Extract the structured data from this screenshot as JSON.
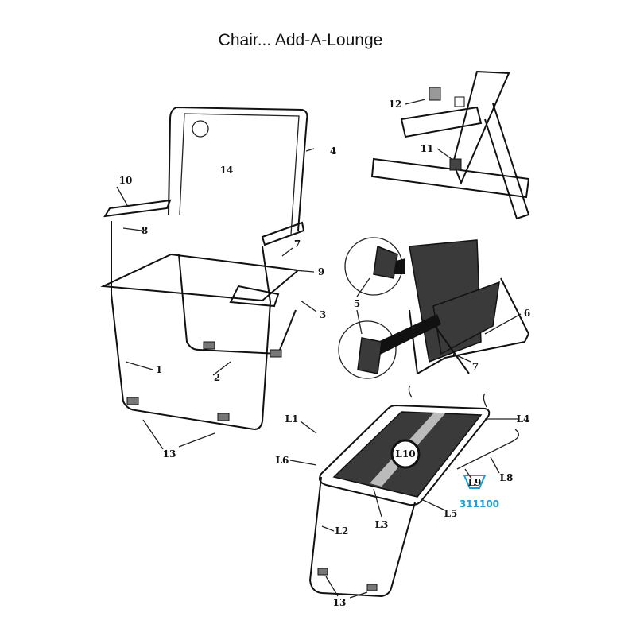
{
  "title": "Chair... Add-A-Lounge",
  "chair_labels": {
    "p14": "14",
    "p4": "4",
    "p10": "10",
    "p8": "8",
    "p7": "7",
    "p9": "9",
    "p3": "3",
    "p1": "1",
    "p2": "2",
    "p13": "13"
  },
  "detail_labels": {
    "p12": "12",
    "p11": "11"
  },
  "assembly_labels": {
    "p5": "5",
    "p6": "6",
    "p7": "7"
  },
  "lounge_labels": {
    "L1": "L1",
    "L4": "L4",
    "L6": "L6",
    "L10": "L10",
    "L8": "L8",
    "L9": "L9",
    "L3": "L3",
    "L5": "L5",
    "L2": "L2",
    "p13": "13"
  },
  "part_number": "311100",
  "colors": {
    "part_number": "#1a9fd9",
    "line": "#111111"
  }
}
